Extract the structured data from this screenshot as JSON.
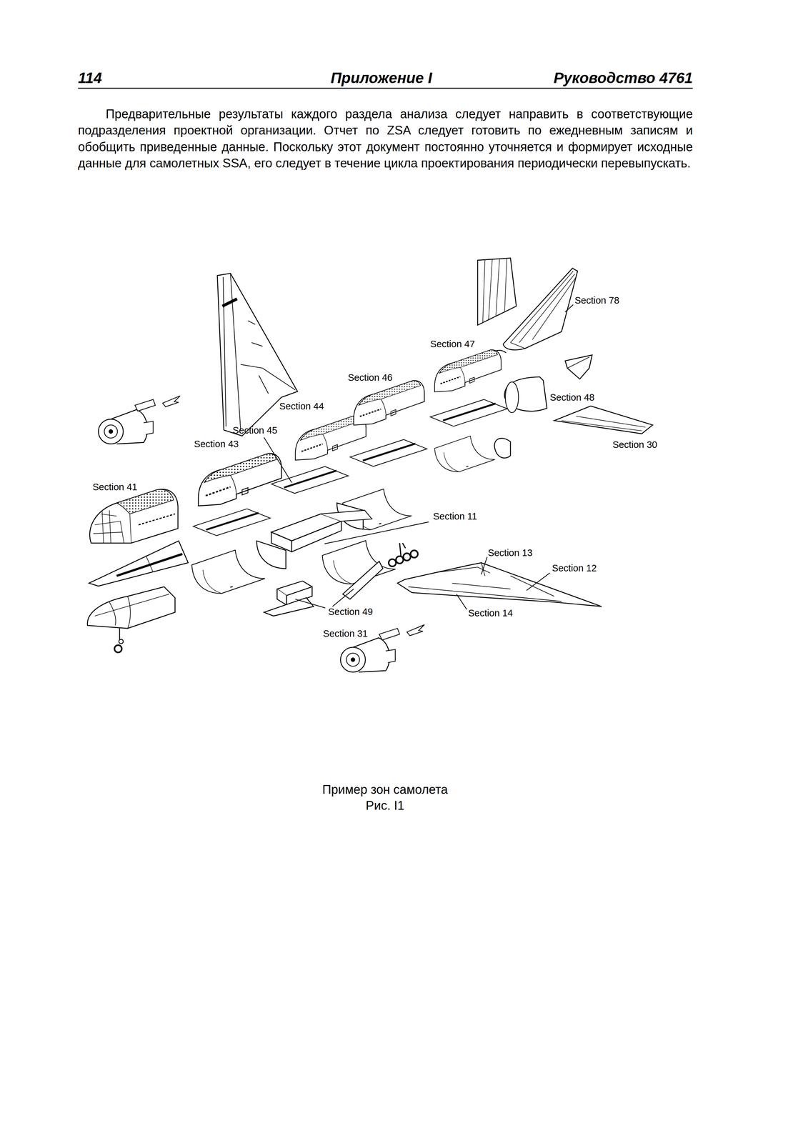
{
  "diagram": {
    "caption": "Пример зон самолета",
    "labels": [
      "114",
      "Приложение I",
      "Руководство 4761",
      "Предварительные результаты каждого раздела анализа следует направить в соответствующие подразделения проектной организации. Отчет по ZSA следует готовить по ежедневным записям и обобщить приведенные данные. Поскольку этот документ постоянно уточняется и формирует исходные данные для самолетных SSA, его следует в течение цикла проектирования периодически перевыпускать.",
      "Section 78",
      "Section 47",
      "Section 46",
      "Section 48",
      "Section 44",
      "Section 45",
      "Section 43",
      "Section 30",
      "Section 41",
      "Section 11",
      "Section 13",
      "Section 12",
      "Section 49",
      "Section 14",
      "Section 31",
      "Рис. I1"
    ]
  }
}
